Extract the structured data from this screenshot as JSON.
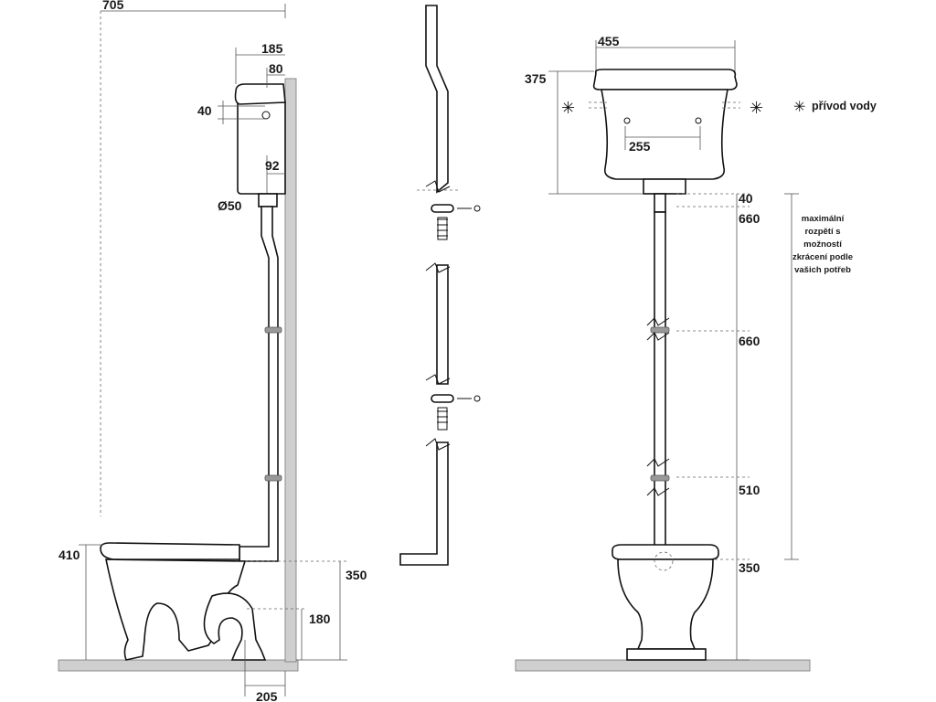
{
  "colors": {
    "outline": "#111111",
    "dimension": "#555555",
    "floor": "#cfcfcf",
    "background": "#ffffff"
  },
  "side_view": {
    "total_height": "705",
    "tank_width": "185",
    "tank_offset": "80",
    "inlet_height": "40",
    "outlet_offset": "92",
    "pipe_diameter": "Ø50",
    "bowl_height": "410",
    "outlet_height": "350",
    "drain_height": "180",
    "drain_offset": "205"
  },
  "front_view": {
    "tank_width": "455",
    "tank_height": "375",
    "mount_spacing": "255",
    "segment_1": "40",
    "segment_2": "660",
    "segment_3": "660",
    "segment_4": "510",
    "bowl_height": "350",
    "note_lines": [
      "maximální",
      "rozpětí s",
      "možností",
      "zkrácení podle",
      "vašich potřeb"
    ]
  },
  "legend": {
    "symbol": "✳",
    "label": "přívod vody"
  }
}
